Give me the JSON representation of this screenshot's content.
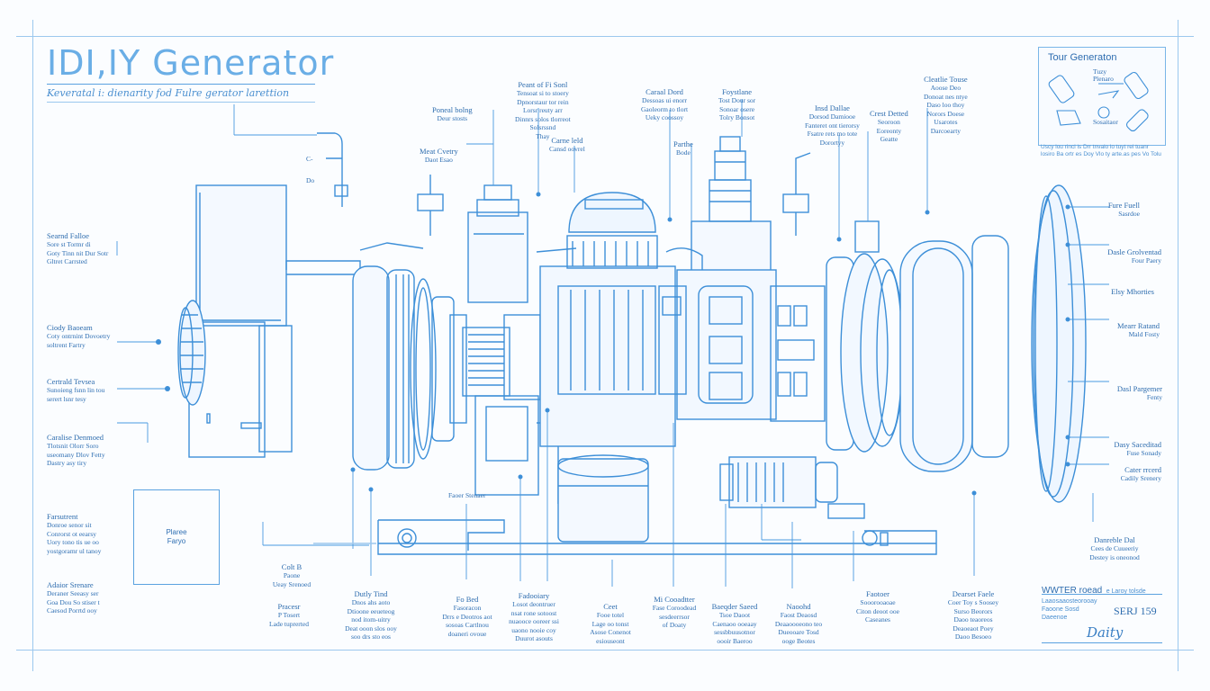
{
  "title": "IDI,IY Generator",
  "subtitle": "Keveratal i: dienarity fod Fulre gerator larettion",
  "inset": {
    "title": "Tour Generaton",
    "caption_lines": [
      "Tuzy",
      "Plenaro",
      "Sosaitaor"
    ],
    "footnote": "Uscy lou rincl is Drr tnvalo lo tuyt rei tuanr\nlosiro Ba ortr es Doy Vlo ty arte.as pes Vo Tolu"
  },
  "left_labels": [
    {
      "head": "Searnd Falloe",
      "body": "Sore st Tormr di\nGoty Tinn nit Dur Sotr\nGltret Carrsted"
    },
    {
      "head": "Ciody Baoeam",
      "body": "Coty ontrnint Dovoetry\nsoltrent Fartry"
    },
    {
      "head": "Certrald Tevsea",
      "body": "Sunoieng fsnn lin tou\nserert lsnr tesy"
    },
    {
      "head": "Caralise Denmoed",
      "body": "Tlotsnit Olorr Soro\nuseomany Dlov Fetty\nDastry asy tiry"
    },
    {
      "head": "Farsutrent",
      "body": "Donroe senor sit\nConrorst ot eearsy\nUory tono tis ue oo\nyostgoramr ul tanoy"
    },
    {
      "head": "Adaior Srenare",
      "body": "Deraner Seeasy ser\nGoa Dou So stiser t\nCaesod Porrtd ooy"
    }
  ],
  "note_box": "Plaree\nFaryo",
  "top_labels": [
    {
      "head": "Poneal bolng",
      "body": "Deur stosts"
    },
    {
      "head": "Peant of Fi Sonl",
      "body": "Tensoat si to stoery\nDpnorstaur tor rein\nLorsr reuty arr\nDinnrs solos tlorreot\nSolsrssnd\nThay"
    },
    {
      "head": "Caraal Dord",
      "body": "Dessoas ui enorr\nGaoleorm to tlort\nUeky coossoy"
    },
    {
      "head": "Foystlane",
      "body": "Tost Dour sor\nSonoar osere\nTolry Bonsot"
    },
    {
      "head": "Insd Dallae",
      "body": "Dorsod Damiooe\nFanteret ont tierorsy\nFsatre rets mo tote\nDorortyy"
    },
    {
      "head": "Crest Detted",
      "body": "Seoroon\nEoreonty\nGeatte"
    },
    {
      "head": "Cleatlie Touse",
      "body": "Aoose Deo\nDonoat nes ntye\nDaso loo thoy\nNorors Doese\nUsarotes\nDarcoearty"
    },
    {
      "head": "Meat Cvetry",
      "body": "Daot Esao"
    },
    {
      "head": "Carne leld",
      "body": "Cansd oovrel"
    },
    {
      "head": "Parthe",
      "body": "Bode"
    }
  ],
  "small_marks": [
    "C-",
    "Do"
  ],
  "right_labels": [
    {
      "head": "Fure Fuell",
      "body": "Sasrdoe"
    },
    {
      "head": "Dasle Grolventad",
      "body": "Four Paery"
    },
    {
      "head": "Elsy Mhorties",
      "body": ""
    },
    {
      "head": "Mearr Ratand",
      "body": "Mald Fosty"
    },
    {
      "head": "Dasl Pargemer",
      "body": "Fenty"
    },
    {
      "head": "Dasy Saceditad",
      "body": "Fuse Sonady"
    },
    {
      "head": "Cater rrcerd",
      "body": "Cadily Srenery"
    },
    {
      "head": "Danreble Dal",
      "body": "Cees de Cuueeriy\nDestey is oneonod"
    }
  ],
  "bottom_labels": [
    {
      "head": "Colt B",
      "body": "Paone\nUeay Srenoed"
    },
    {
      "head": "Pracesr",
      "body": "P Tosert\nLade tuprerted"
    },
    {
      "head": "Dutly Tind",
      "body": "Dnos ahs aoto\nDtioone eeueteog\nnod itom-uitry\nDeat ooon slos ooy\nsoo drs sto eos"
    },
    {
      "head": "Fo Bed",
      "body": "Fasoracon\nDrrs e Deotros aot\nsosoas Cartlnou\ndoaneri ovoue"
    },
    {
      "head": "Fadooiary",
      "body": "Losot deontruer\nnsat rone sotoost\nnuaooce ooreer ssi\nuaono nooie coy\nDuurot asouts"
    },
    {
      "head": "Ceet",
      "body": "Fooe totel\nLage oo tonst\nAsose Conenot\nesiouseont"
    },
    {
      "head": "Mi Cooadtter",
      "body": "Fase Coroodead\nsesdeerrsor\nof Doaty"
    },
    {
      "head": "Baeqder Saeed",
      "body": "Tsoe Daoot\nCaenaoo ooeaay\nsessbbuusotnor\noooir Baeroo"
    },
    {
      "head": "Naoohd",
      "body": "Faost Deaosd\nDeaaoooeono teo\nDueooare Tosd\nooge Beotes"
    },
    {
      "head": "Faotoer",
      "body": "Sooorooaoae\nCiton deoot ooe\nCaseanes"
    },
    {
      "head": "Dearset Faele",
      "body": "Coer Toy s Soosey\nSurso Beorors\nDaoo teaoreos\nDeaoeaot Poey\nDaoo Besoeo"
    }
  ],
  "label_center": {
    "head": "Faoer Stenaer",
    "body": ""
  },
  "title_block": {
    "title": "WWTER roead",
    "title_suffix": "e Laroy tolsde",
    "lines": "Laaosaaosteorooay\nFaoone Sosd\nDaeenoe",
    "number": "SERJ 159",
    "signature": "Daity"
  },
  "colors": {
    "line": "#3d8fd8",
    "light": "#9cc8ee",
    "background": "#fbfdff",
    "text": "#2f6fb3"
  }
}
